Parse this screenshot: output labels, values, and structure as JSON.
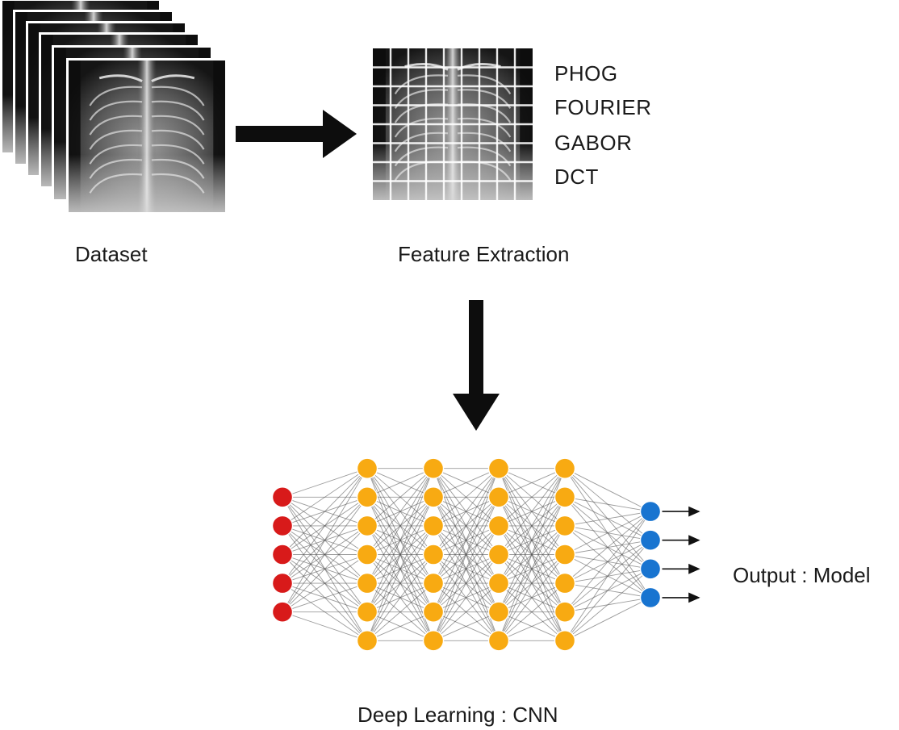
{
  "dataset": {
    "label": "Dataset"
  },
  "feature_extraction": {
    "label": "Feature Extraction",
    "methods": [
      "PHOG",
      "FOURIER",
      "GABOR",
      "DCT"
    ]
  },
  "network": {
    "label": "Deep Learning : CNN",
    "output_label": "Output : Model",
    "layers": [
      {
        "neurons": 5,
        "color": "#d81a1a"
      },
      {
        "neurons": 7,
        "color": "#f8aa12"
      },
      {
        "neurons": 7,
        "color": "#f8aa12"
      },
      {
        "neurons": 7,
        "color": "#f8aa12"
      },
      {
        "neurons": 7,
        "color": "#f8aa12"
      },
      {
        "neurons": 4,
        "color": "#1874d0"
      }
    ]
  }
}
